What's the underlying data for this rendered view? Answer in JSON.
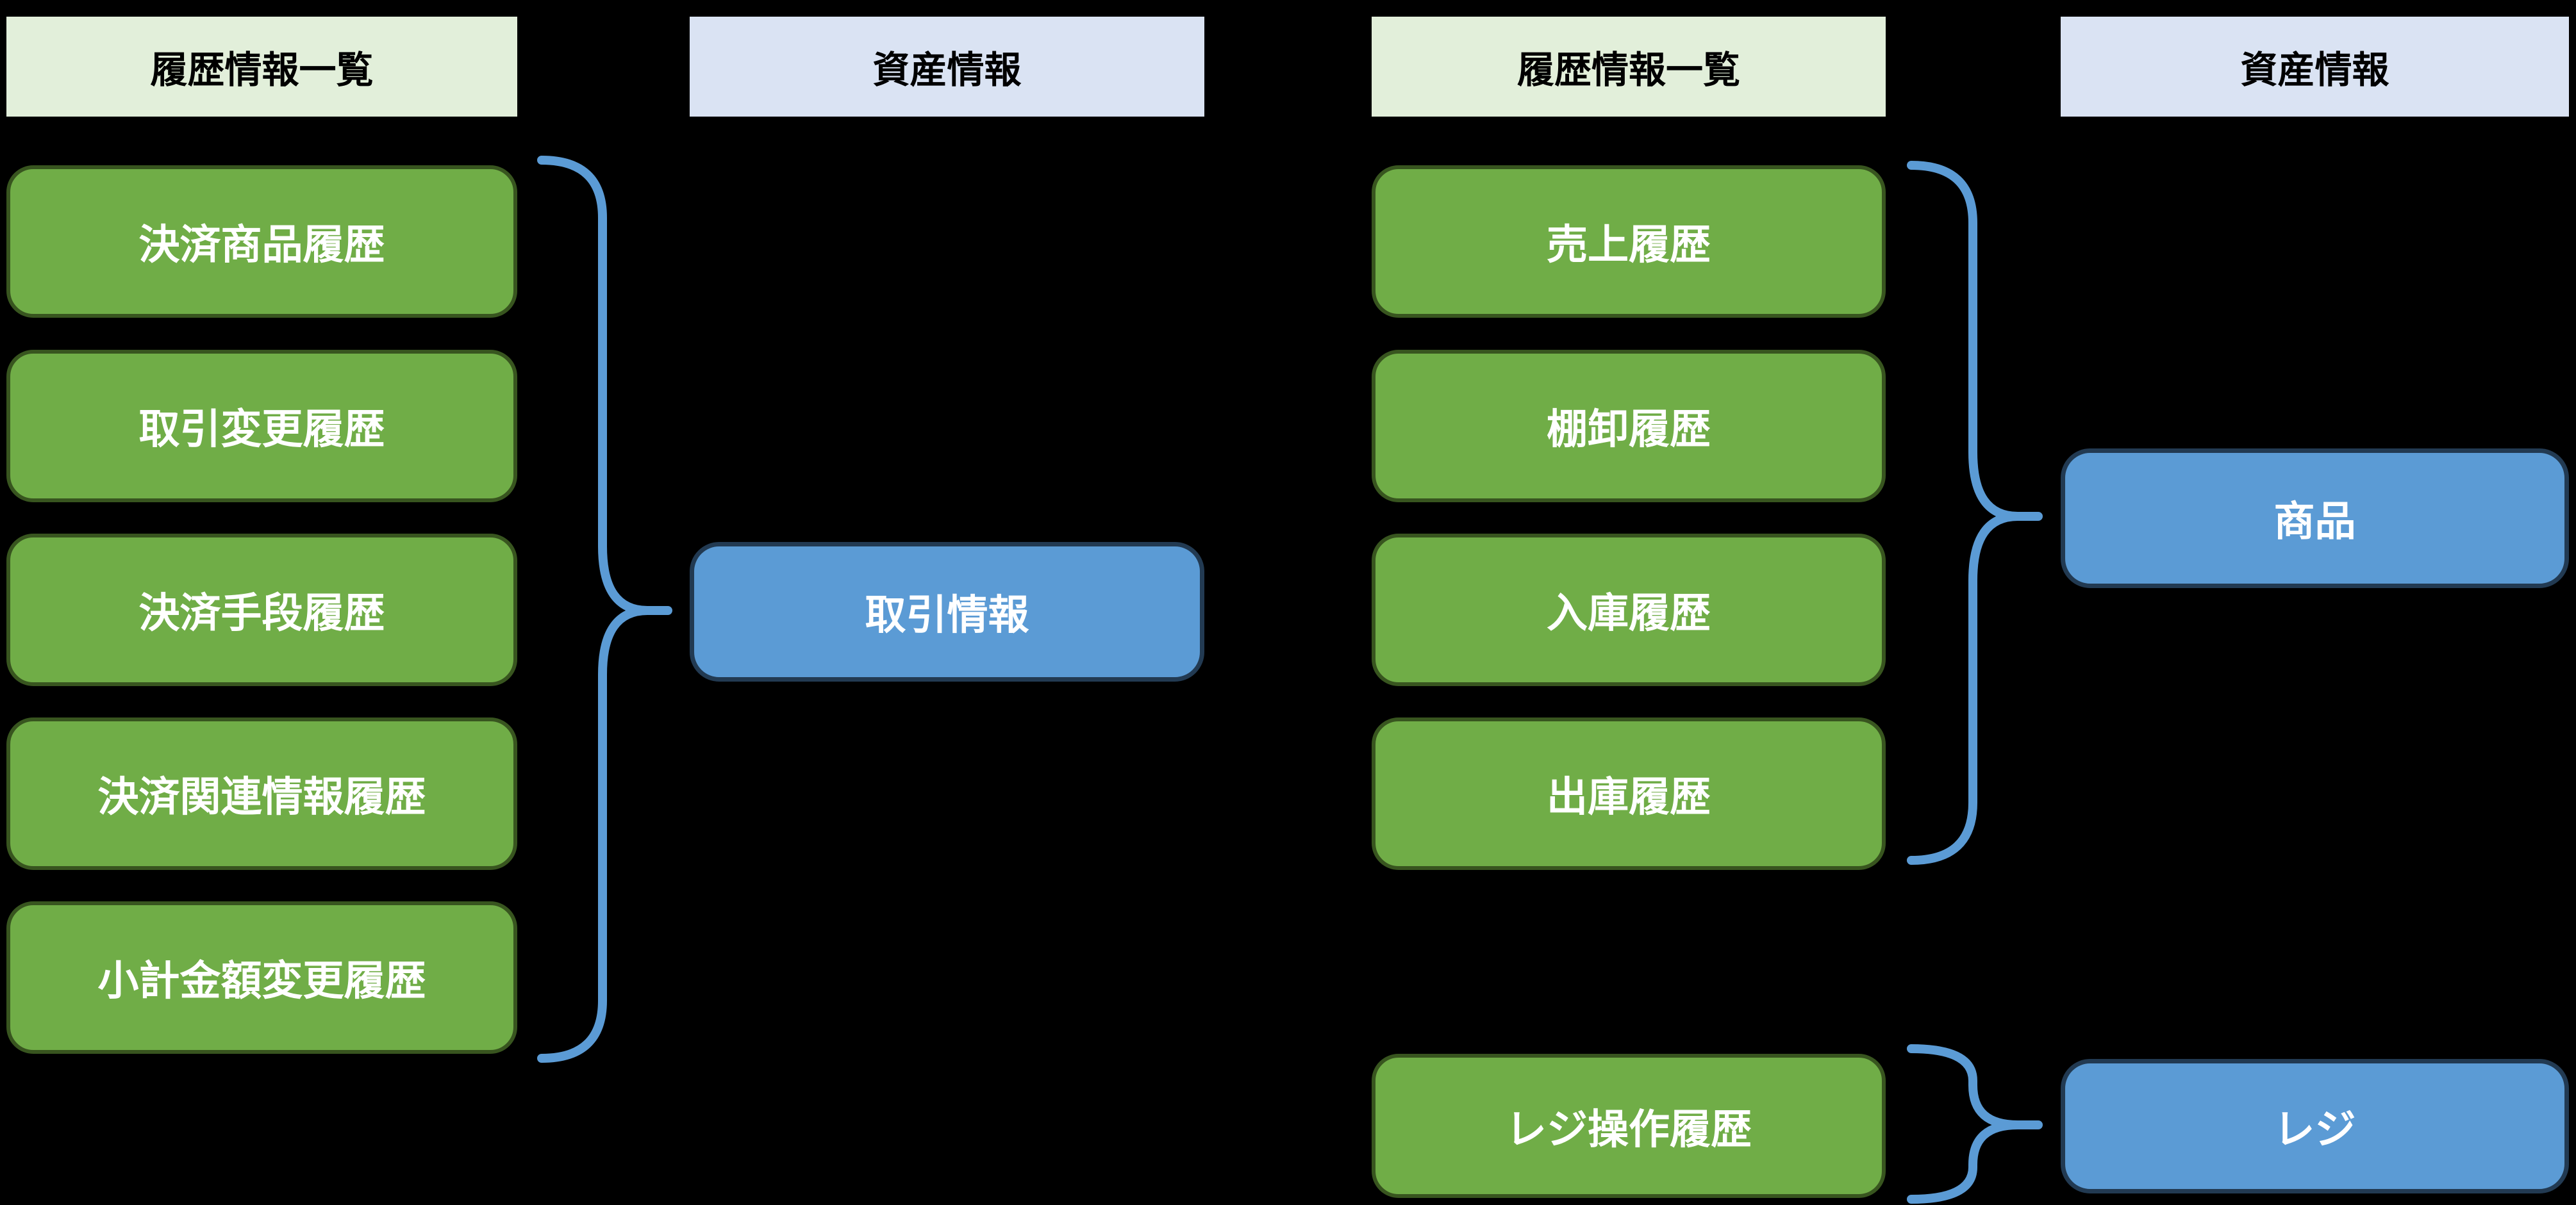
{
  "colors": {
    "background": "#000000",
    "green_fill": "#70ad47",
    "green_border": "#38551f",
    "green_header_fill": "#e2efda",
    "blue_fill": "#5b9bd5",
    "blue_border": "#223a52",
    "blue_header_fill": "#dae3f3",
    "brace": "#5b9bd5",
    "text_dark": "#000000",
    "text_light": "#ffffff"
  },
  "left_group": {
    "history_header": "履歴情報一覧",
    "asset_header": "資産情報",
    "history_items": [
      "決済商品履歴",
      "取引変更履歴",
      "決済手段履歴",
      "決済関連情報履歴",
      "小計金額変更履歴"
    ],
    "asset_item": "取引情報"
  },
  "right_group": {
    "history_header": "履歴情報一覧",
    "asset_header": "資産情報",
    "history_items": [
      "売上履歴",
      "棚卸履歴",
      "入庫履歴",
      "出庫履歴"
    ],
    "register_history_item": "レジ操作履歴",
    "asset_item_product": "商品",
    "asset_item_register": "レジ"
  }
}
